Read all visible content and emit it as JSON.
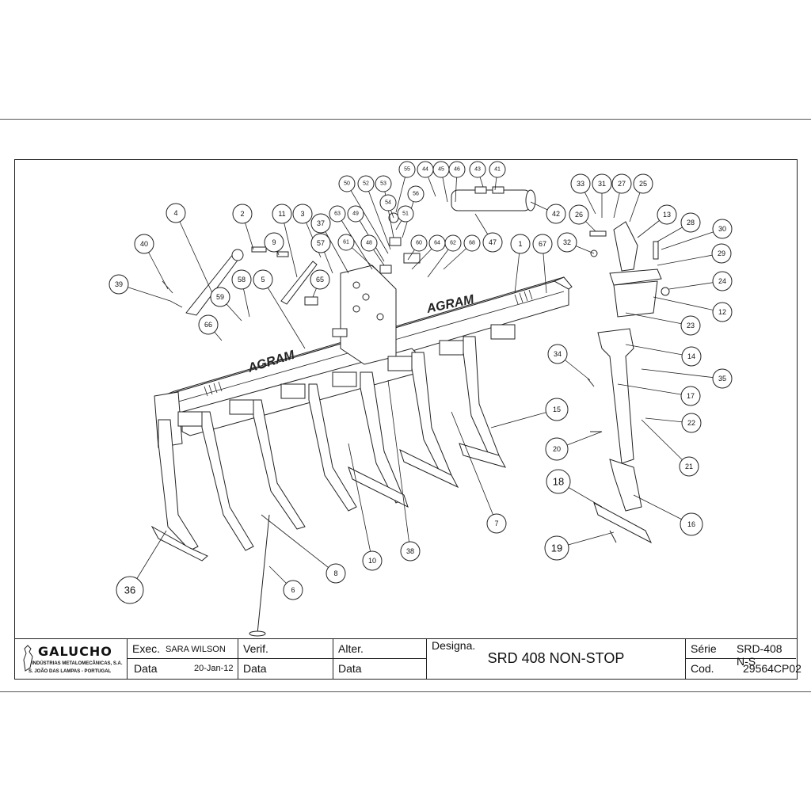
{
  "drawing": {
    "callouts": [
      "1",
      "2",
      "3",
      "4",
      "5",
      "6",
      "7",
      "8",
      "9",
      "10",
      "11",
      "12",
      "13",
      "14",
      "15",
      "16",
      "17",
      "18",
      "19",
      "20",
      "21",
      "22",
      "23",
      "24",
      "25",
      "26",
      "27",
      "28",
      "29",
      "30",
      "31",
      "32",
      "33",
      "34",
      "35",
      "36",
      "37",
      "38",
      "39",
      "40",
      "41",
      "42",
      "43",
      "44",
      "45",
      "46",
      "47",
      "48",
      "49",
      "50",
      "51",
      "52",
      "53",
      "54",
      "55",
      "56",
      "57",
      "58",
      "59",
      "60",
      "61",
      "62",
      "63",
      "64",
      "65",
      "66",
      "67",
      "68"
    ],
    "frame_text": "AGRAM",
    "frame_text_2": "AGRAM"
  },
  "title_block": {
    "logo": {
      "name": "GALUCHO",
      "line1": "INDÚSTRIAS METALOMECÂNICAS, S.A.",
      "line2": "S. JOÃO DAS LAMPAS - PORTUGAL"
    },
    "exec_label": "Exec.",
    "exec_value": "SARA WILSON",
    "data_label": "Data",
    "data_value": "20-Jan-12",
    "verif_label": "Verif.",
    "verif_data_label": "Data",
    "alter_label": "Alter.",
    "alter_data_label": "Data",
    "designa_label": "Designa.",
    "designa_value": "SRD 408 NON-STOP",
    "serie_label": "Série",
    "serie_value": "SRD-408 N-S",
    "cod_label": "Cod.",
    "cod_value": "29564CP02"
  }
}
